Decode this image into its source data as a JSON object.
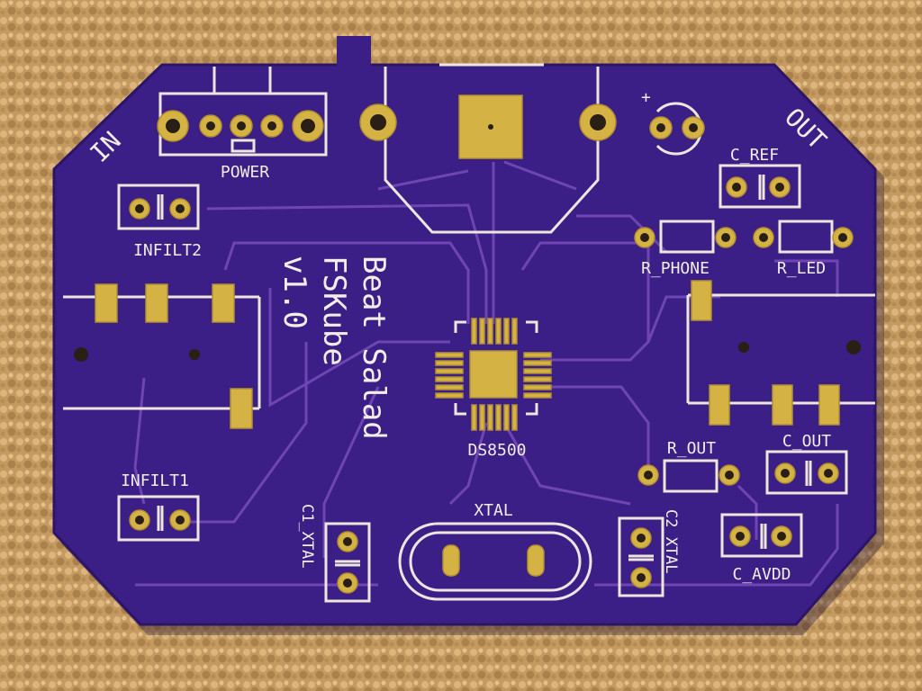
{
  "colors": {
    "board": "#3b1f86",
    "board_edge": "#2c1466",
    "carpet": "#c49a60",
    "gold": "#d4b244",
    "silkscreen": "#f2ede6",
    "trace": "#6f45b4"
  },
  "board": {
    "title_line1": "Beat Salad",
    "title_line2": "FSKube",
    "version": "v1.0",
    "edge_labels": {
      "input": "IN",
      "output": "OUT"
    },
    "components": {
      "power": "POWER",
      "infilt2": "INFILT2",
      "infilt1": "INFILT1",
      "ic": "DS8500",
      "xtal": "XTAL",
      "c1_xtal": "C1_XTAL",
      "c2_xtal": "C2_XTAL",
      "c_ref": "C_REF",
      "r_phone": "R_PHONE",
      "r_led": "R_LED",
      "r_out": "R_OUT",
      "c_out": "C_OUT",
      "c_avdd": "C_AVDD",
      "polarity_mark": "+"
    }
  }
}
